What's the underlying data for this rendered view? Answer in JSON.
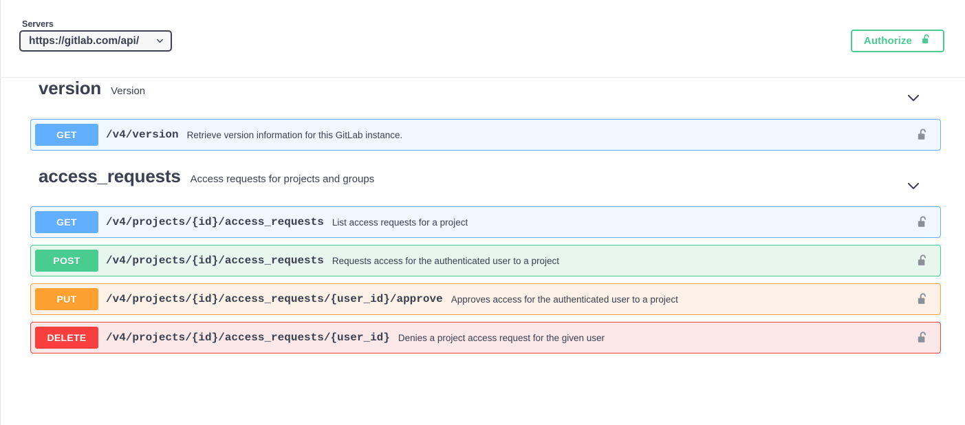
{
  "topbar": {
    "servers_label": "Servers",
    "servers_selected": "https://gitlab.com/api/",
    "servers_options": [
      "https://gitlab.com/api/"
    ],
    "authorize_label": "Authorize",
    "authorize_icon": "unlocked-padlock-icon",
    "authorize_color": "#49cc90"
  },
  "sections": [
    {
      "name": "version",
      "description": "Version",
      "chevron_icon": "chevron-down-icon",
      "operations": [
        {
          "method": "GET",
          "method_color": "#61affe",
          "path": "/v4/version",
          "summary": "Retrieve version information for this GitLab instance.",
          "lock_icon": "unlocked-padlock-icon"
        }
      ]
    },
    {
      "name": "access_requests",
      "description": "Access requests for projects and groups",
      "chevron_icon": "chevron-down-icon",
      "operations": [
        {
          "method": "GET",
          "method_color": "#61affe",
          "path": "/v4/projects/{id}/access_requests",
          "summary": "List access requests for a project",
          "lock_icon": "unlocked-padlock-icon"
        },
        {
          "method": "POST",
          "method_color": "#49cc90",
          "path": "/v4/projects/{id}/access_requests",
          "summary": "Requests access for the authenticated user to a project",
          "lock_icon": "unlocked-padlock-icon"
        },
        {
          "method": "PUT",
          "method_color": "#fca130",
          "path": "/v4/projects/{id}/access_requests/{user_id}/approve",
          "summary": "Approves access for the authenticated user to a project",
          "lock_icon": "unlocked-padlock-icon"
        },
        {
          "method": "DELETE",
          "method_color": "#f93e3e",
          "path": "/v4/projects/{id}/access_requests/{user_id}",
          "summary": "Denies a project access request for the given user",
          "lock_icon": "unlocked-padlock-icon"
        }
      ]
    }
  ]
}
